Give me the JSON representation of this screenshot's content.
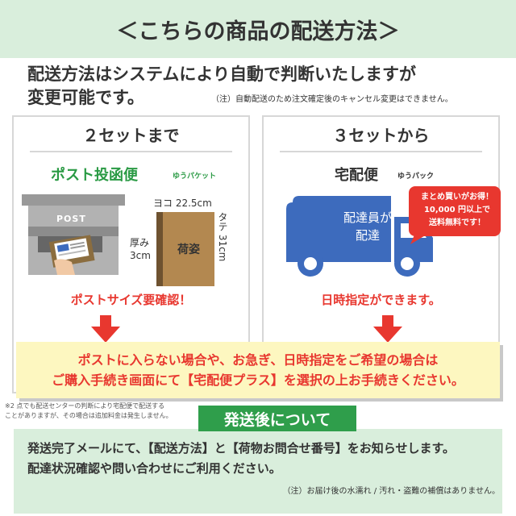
{
  "header": {
    "title": "＜こちらの商品の配送方法＞"
  },
  "intro": {
    "line1": "配送方法はシステムにより自動で判断いたしますが",
    "line2": "変更可能です。",
    "note": "（注）自動配送のため注文確定後のキャンセル変更はできません。"
  },
  "left_panel": {
    "title": "２セットまで",
    "method": "ポスト投函便",
    "method_sub": "ゆうパケット",
    "post_label": "POST",
    "width_label": "ヨコ 22.5cm",
    "height_label": "タテ 31cm",
    "depth_label_1": "厚み",
    "depth_label_2": "3cm",
    "parcel_label": "荷姿",
    "caution": "ポストサイズ要確認！"
  },
  "right_panel": {
    "title": "３セットから",
    "method": "宅配便",
    "method_sub": "ゆうパック",
    "truck_line1": "配達員が",
    "truck_line2": "配達",
    "badge_line1": "まとめ買いがお得！",
    "badge_line2": "10,000 円以上で",
    "badge_line3": "送料無料です！",
    "caution": "日時指定ができます。"
  },
  "notice": {
    "line1": "ポストに入らない場合や、お急ぎ、日時指定をご希望の場合は",
    "line2": "ご購入手続き画面にて【宅配便プラス】を選択の上お手続きください。"
  },
  "footnote": {
    "line1": "※2 点でも配送センターの判断により宅配便で配送する",
    "line2": "ことがありますが、その場合は追加料金は発生しません。"
  },
  "after_shipping": {
    "title": "発送後について",
    "line1": "発送完了メールにて、【配送方法】と【荷物お問合せ番号】をお知らせします。",
    "line2": "配達状況確認や問い合わせにご利用ください。",
    "note": "（注）お届け後の水濡れ / 汚れ・盗難の補償はありません。"
  },
  "colors": {
    "header_bg": "#d9eedc",
    "accent_red": "#e8372f",
    "accent_green": "#2a9a44",
    "notice_bg": "#fdf7c0",
    "truck_blue": "#3d6bbd"
  }
}
